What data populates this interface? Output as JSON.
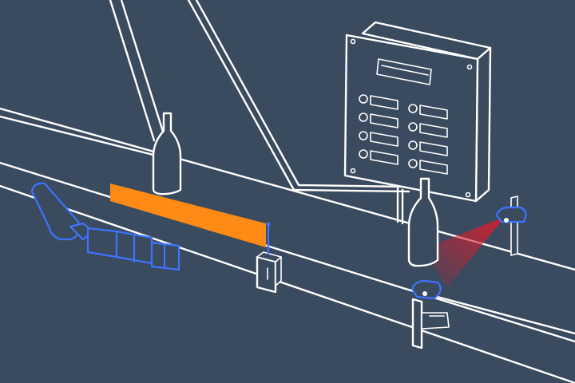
{
  "scene": {
    "background": "#3a4a5f",
    "line_color": "#ffffff",
    "component_color": "#3d74ff",
    "guide_rail_color": "#ff8a16",
    "sensor_beam_color": "#d41f2e",
    "objects": [
      "conveyor-belt",
      "bottle",
      "bottle",
      "control-panel",
      "pneumatic-pusher-arm",
      "guide-rail",
      "photoelectric-sensor",
      "sensor-beam",
      "rail-clamp-bracket",
      "rail-clamp-bracket"
    ]
  },
  "control_panel": {
    "display_count": 1,
    "button_count": 8,
    "button_columns": 2,
    "button_rows": 4
  }
}
